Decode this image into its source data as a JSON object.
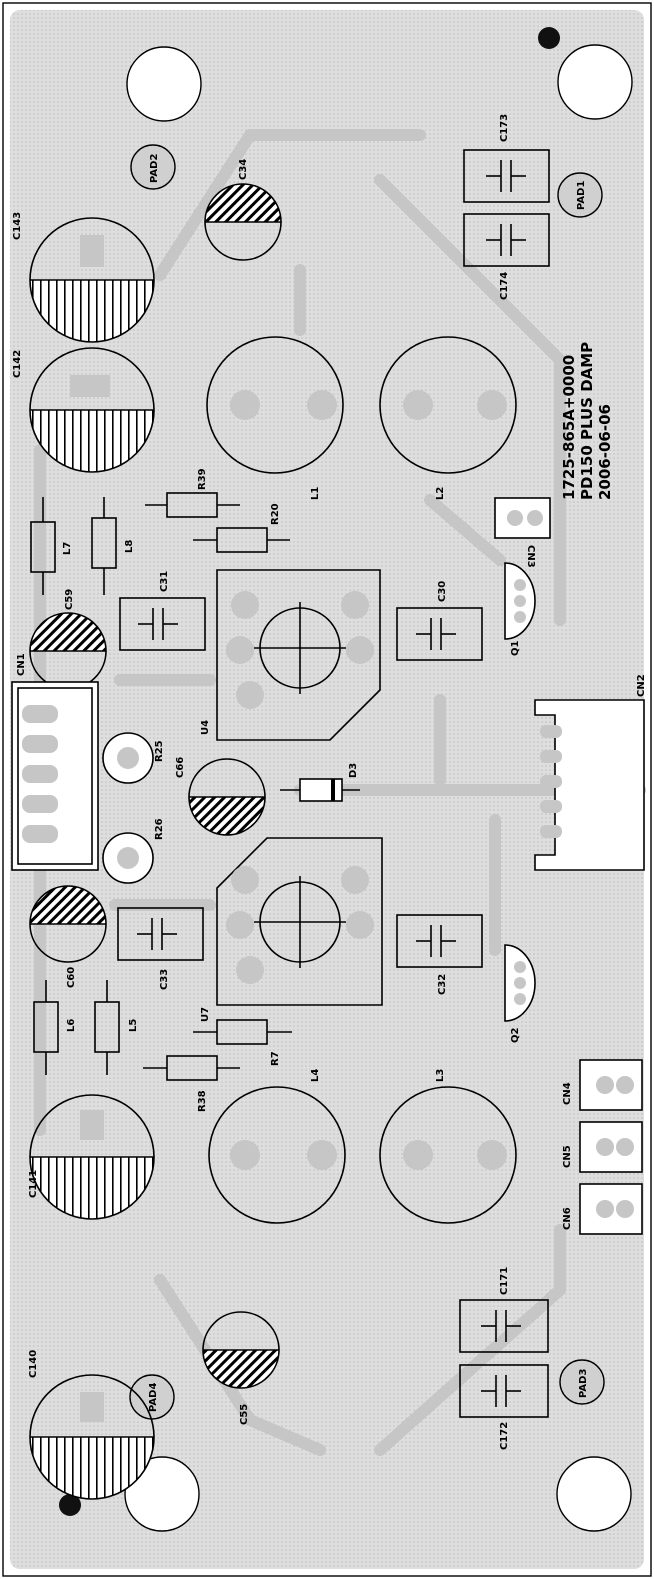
{
  "board_text": {
    "part_number": "1725-865A+0000",
    "product": "PD150 PLUS DAMP",
    "date": "2006-06-06"
  },
  "colors": {
    "board": "#d6d6d6",
    "copper": "#c6c6c6",
    "outline": "#000000",
    "background": "#ffffff"
  },
  "designators": {
    "C173": "C173",
    "C174": "C174",
    "PAD1": "PAD1",
    "PAD2": "PAD2",
    "C34": "C34",
    "C143": "C143",
    "C142": "C142",
    "L1": "L1",
    "L2": "L2",
    "R39": "R39",
    "R20": "R20",
    "CN3": "CN3",
    "L7": "L7",
    "L8": "L8",
    "C59": "C59",
    "C31": "C31",
    "C30": "C30",
    "Q1": "Q1",
    "U4": "U4",
    "CN1": "CN1",
    "CN2": "CN2",
    "R25": "R25",
    "C66": "C66",
    "D3": "D3",
    "R26": "R26",
    "C33": "C33",
    "C32": "C32",
    "C60": "C60",
    "U7": "U7",
    "Q2": "Q2",
    "L6": "L6",
    "L5": "L5",
    "R7": "R7",
    "R38": "R38",
    "L4": "L4",
    "L3": "L3",
    "CN4": "CN4",
    "CN5": "CN5",
    "CN6": "CN6",
    "C141": "C141",
    "C140": "C140",
    "C171": "C171",
    "C172": "C172",
    "PAD4": "PAD4",
    "PAD3": "PAD3",
    "C55": "C55"
  }
}
